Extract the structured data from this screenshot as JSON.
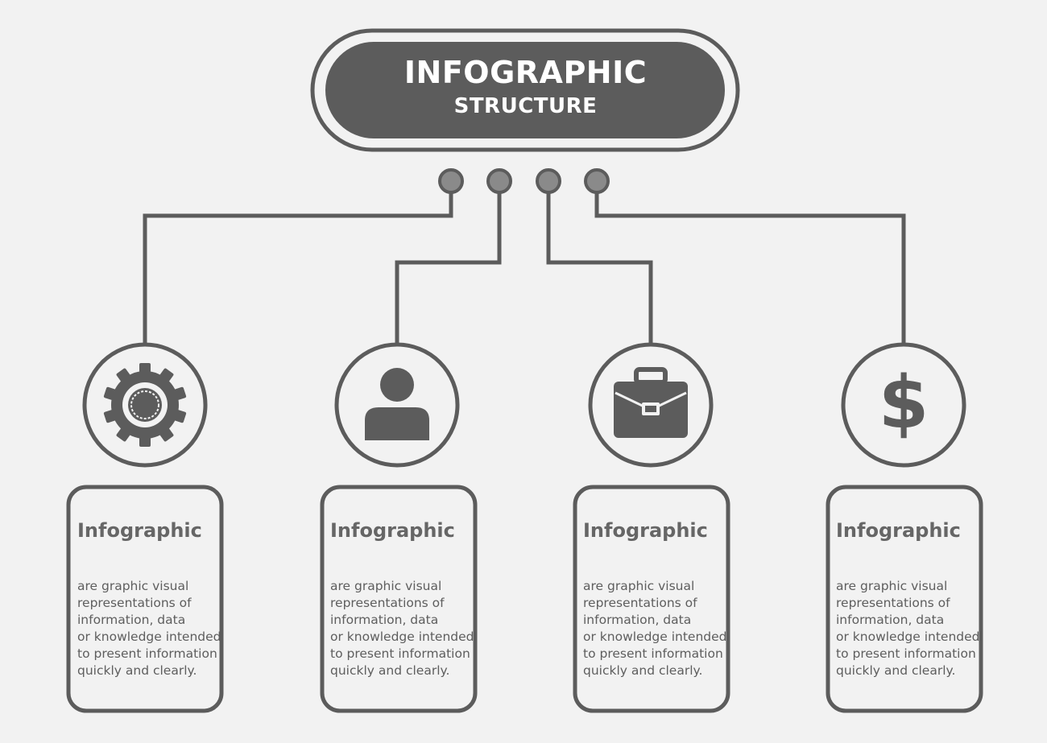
{
  "header": {
    "title": "INFOGRAPHIC",
    "subtitle": "STRUCTURE"
  },
  "colors": {
    "background": "#f2f2f2",
    "stroke": "#5c5c5c",
    "fill_dark": "#5c5c5c",
    "connector_dot": "#8a8a8a",
    "text_light": "#ffffff",
    "text_dark": "#666666"
  },
  "items": [
    {
      "icon": "gear-icon",
      "title": "Infographic",
      "body": "are graphic visual\nrepresentations of\ninformation, data\nor knowledge intended\nto present information\nquickly and clearly."
    },
    {
      "icon": "user-icon",
      "title": "Infographic",
      "body": "are graphic visual\nrepresentations of\ninformation, data\nor knowledge intended\nto present information\nquickly and clearly."
    },
    {
      "icon": "briefcase-icon",
      "title": "Infographic",
      "body": "are graphic visual\nrepresentations of\ninformation, data\nor knowledge intended\nto present information\nquickly and clearly."
    },
    {
      "icon": "dollar-icon",
      "title": "Infographic",
      "body": "are graphic visual\nrepresentations of\ninformation, data\nor knowledge intended\nto present information\nquickly and clearly."
    }
  ]
}
